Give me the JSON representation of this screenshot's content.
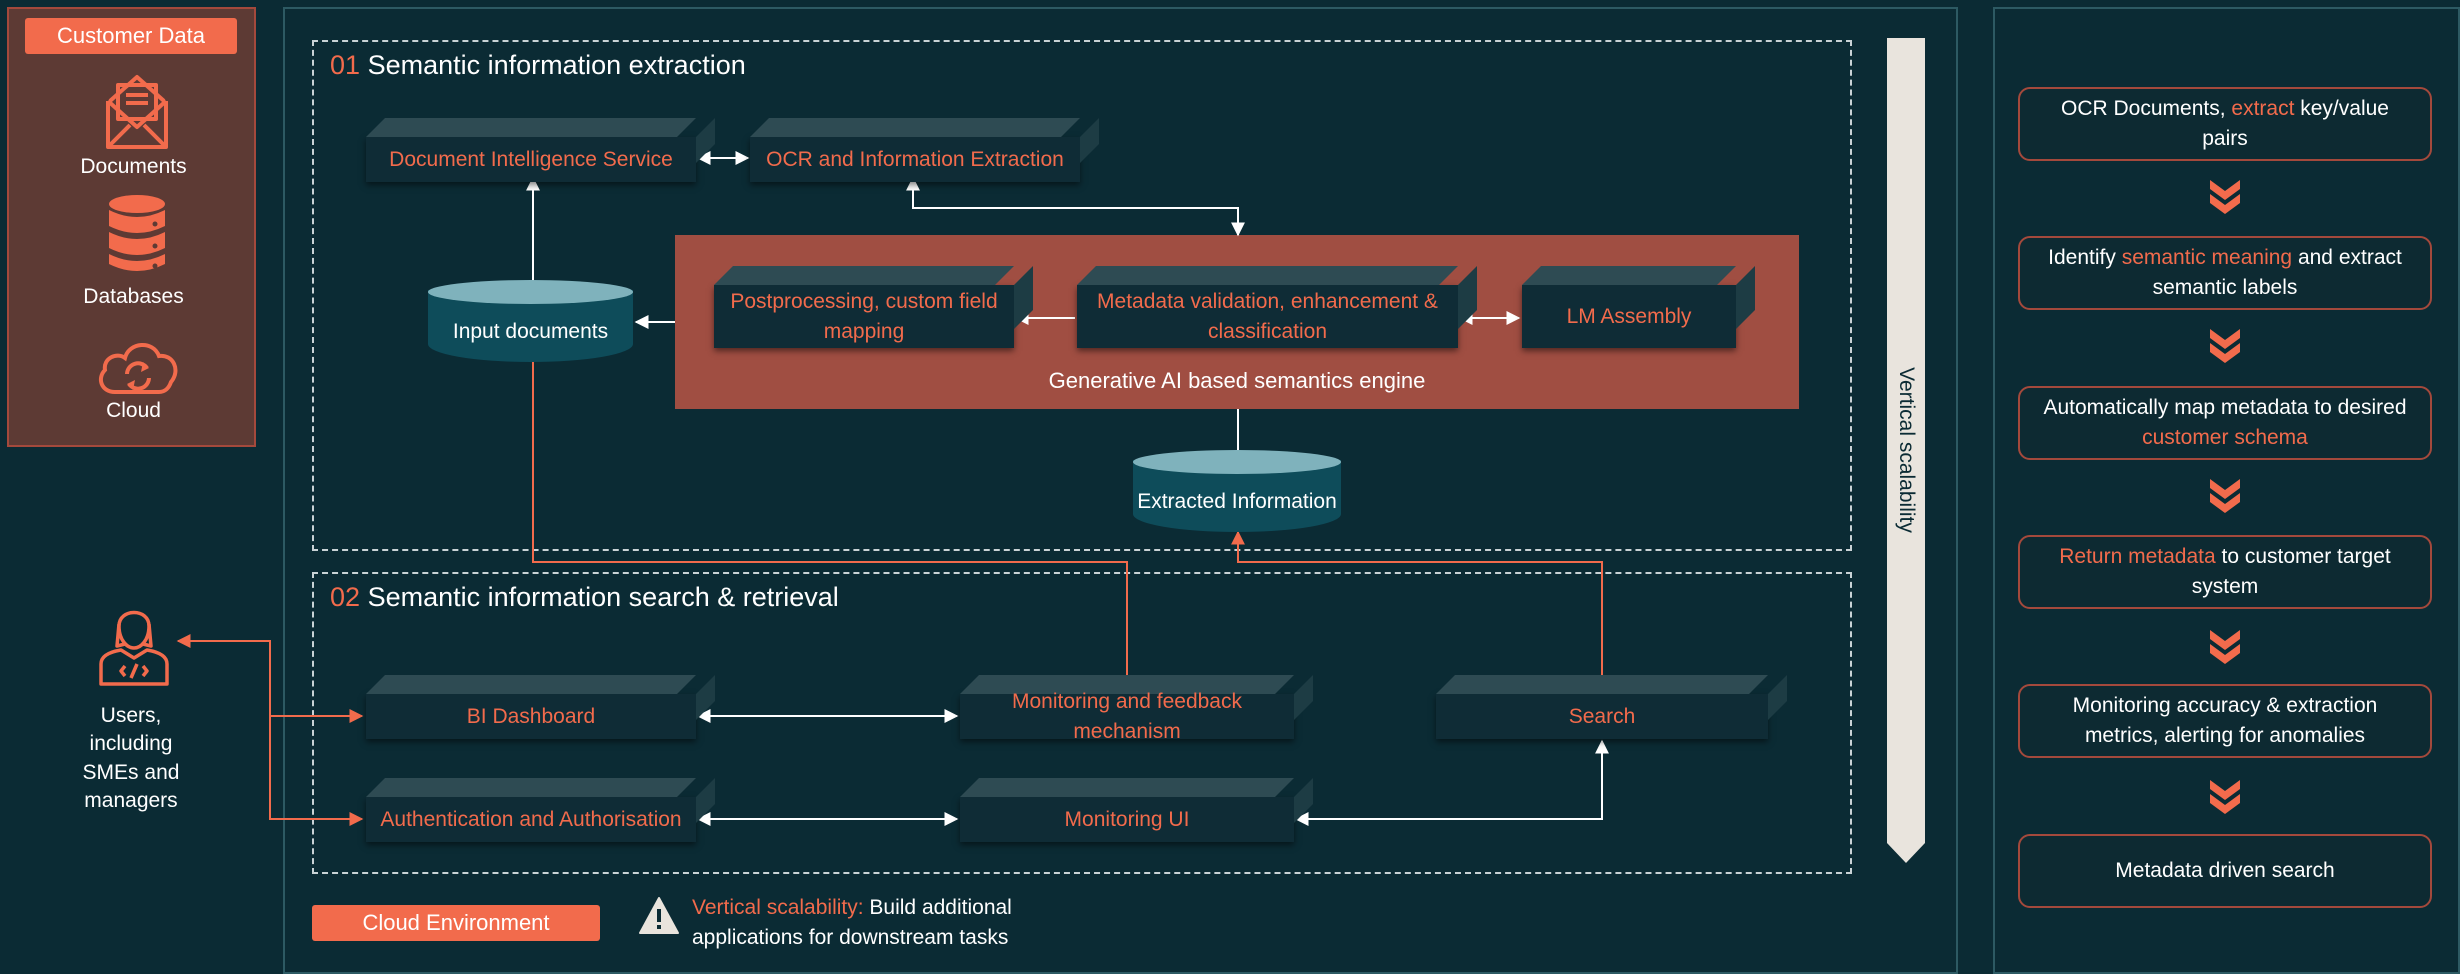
{
  "sources": {
    "title": "Customer Data",
    "items": [
      {
        "label": "Documents",
        "icon": "email-icon"
      },
      {
        "label": "Databases",
        "icon": "database-icon"
      },
      {
        "label": "Cloud",
        "icon": "cloud-sync-icon"
      }
    ]
  },
  "section1": {
    "num": "01",
    "title": "Semantic information extraction",
    "doc_intel": "Document Intelligence Service",
    "ocr": "OCR and Information Extraction",
    "input_docs": "Input documents",
    "postproc": "Postprocessing, custom field mapping",
    "metadata": "Metadata validation, enhancement & classification",
    "lm": "LM Assembly",
    "engine": "Generative AI based semantics engine",
    "extracted": "Extracted Information"
  },
  "section2": {
    "num": "02",
    "title": "Semantic information search & retrieval",
    "bi": "BI Dashboard",
    "auth": "Authentication and Authorisation",
    "monitoring_fb": "Monitoring and feedback mechanism",
    "monitoring_ui": "Monitoring UI",
    "search": "Search"
  },
  "users_label": "Users, including SMEs and managers",
  "vertical_scalability": "Vertical scalability",
  "cloud_env": "Cloud Environment",
  "note": {
    "highlight": "Vertical scalability:",
    "line1_rest": " Build additional",
    "line2": "applications for downstream tasks"
  },
  "steps": [
    {
      "pre": "OCR Documents, ",
      "hl": "extract",
      "post": " key/value pairs"
    },
    {
      "pre": "Identify ",
      "hl": "semantic meaning",
      "post": " and extract semantic labels"
    },
    {
      "pre": "Automatically map metadata to desired ",
      "hl": "customer schema",
      "post": ""
    },
    {
      "pre": "",
      "hl": "Return metadata",
      "post": " to customer target system"
    },
    {
      "pre": "Monitoring accuracy & extraction metrics, alerting for anomalies",
      "hl": "",
      "post": ""
    },
    {
      "pre": "Metadata driven search",
      "hl": "",
      "post": ""
    }
  ],
  "colors": {
    "accent": "#f26b4c",
    "background": "#0b2b34",
    "engine": "#a04e42",
    "box": "#0f2c36"
  }
}
